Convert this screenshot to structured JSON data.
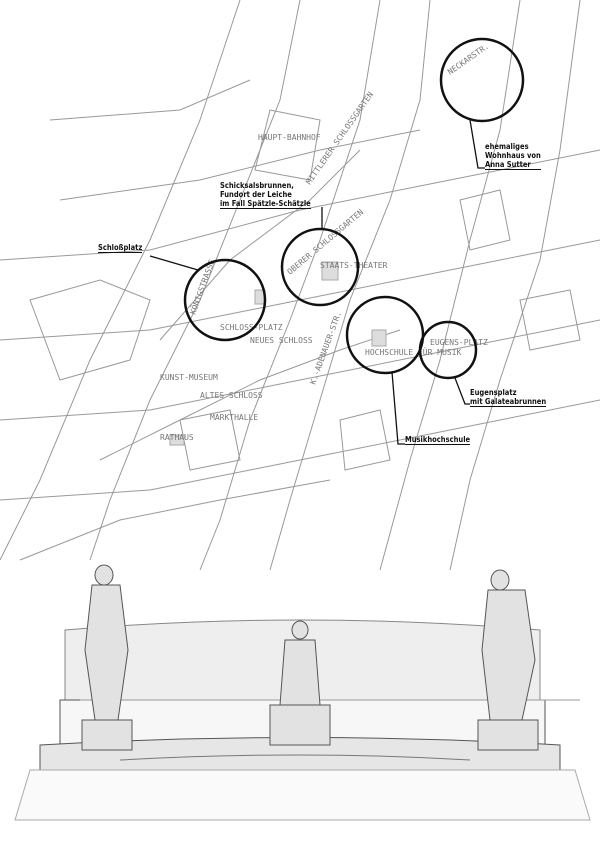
{
  "annotations": {
    "schlossplatz": {
      "lines": [
        "Schloßplatz"
      ]
    },
    "schicksalsbrunnen": {
      "lines": [
        "Schicksalsbrunnen,",
        "Fundort der Leiche",
        "im Fall Spätzle-Schätzle"
      ]
    },
    "sutter": {
      "lines": [
        "ehemaliges",
        "Wohnhaus von",
        "Anna Sutter"
      ]
    },
    "eugensplatz": {
      "lines": [
        "Eugensplatz",
        "mit Galateabrunnen"
      ]
    },
    "musikhochschule": {
      "lines": [
        "Musikhochschule"
      ]
    }
  },
  "map_labels": {
    "hauptbahnhof": "HAUPT-BAHNHOF",
    "schlossgarten": "MITTLERER SCHLOSSGARTEN",
    "neckarstr": "NECKARSTR.",
    "staatstheater": "STAATS-THEATER",
    "oberer_schlossgarten": "OBERER SCHLOSSGARTEN",
    "koenigstrasse": "KÖNIGSTRASSE",
    "schlossplatz": "SCHLOSS-PLATZ",
    "neues_schloss": "NEUES SCHLOSS",
    "kunstmuseum": "KUNST-MUSEUM",
    "altes_schloss": "ALTES SCHLOSS",
    "markthalle": "MARKTHALLE",
    "rathaus": "RATHAUS",
    "adenauer": "K.-ADENAUER-STR.",
    "eugensplatz": "EUGENS-PLATZ",
    "musikhochschule": "HOCHSCHULE FÜR MUSIK"
  }
}
